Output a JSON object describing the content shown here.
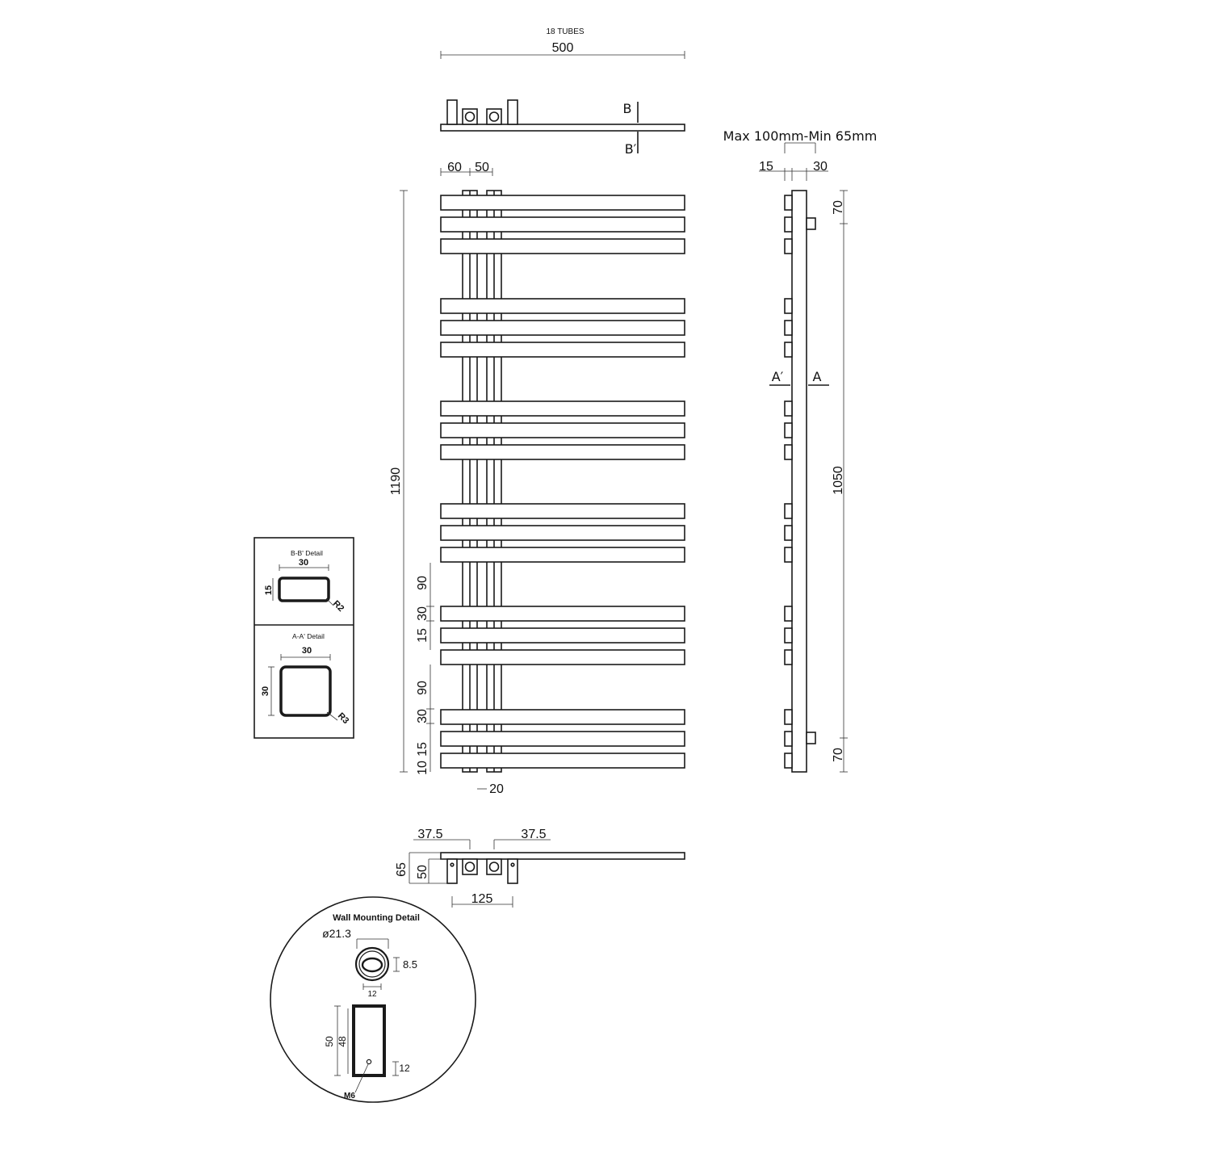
{
  "colors": {
    "ink": "#1a1a1a",
    "background": "#ffffff"
  },
  "top_view": {
    "tubes_label": "18 TUBES",
    "width": "500",
    "section_b": "B",
    "section_b_prime": "B′"
  },
  "front_view": {
    "top_offsets": [
      "60",
      "50"
    ],
    "height": "1190",
    "spacing_labels": [
      "90",
      "30",
      "15"
    ],
    "lower_spacing_labels": [
      "90",
      "30",
      "15",
      "10"
    ],
    "bottom_offset": "20"
  },
  "side_view": {
    "projection": "Max 100mm-Min 65mm",
    "left_dim": "15",
    "right_dim": "30",
    "top_dim": "70",
    "centres": "1050",
    "bottom_dim": "70",
    "section_a_prime": "A′",
    "section_a": "A"
  },
  "bottom_view": {
    "left_offset": "37.5",
    "right_offset": "37.5",
    "depth_total": "65",
    "depth_bracket": "50",
    "bracket_centres": "125"
  },
  "bb_detail": {
    "title": "B-B' Detail",
    "width": "30",
    "height": "15",
    "radius": "R2"
  },
  "aa_detail": {
    "title": "A-A' Detail",
    "width": "30",
    "height": "30",
    "radius": "R3"
  },
  "wall_mount": {
    "title": "Wall Mounting Detail",
    "diameter": "ø21.3",
    "slot_height": "8.5",
    "slot_width": "12",
    "bracket_height": "50",
    "bracket_inner": "48",
    "hole_offset": "12",
    "screw": "M6"
  }
}
